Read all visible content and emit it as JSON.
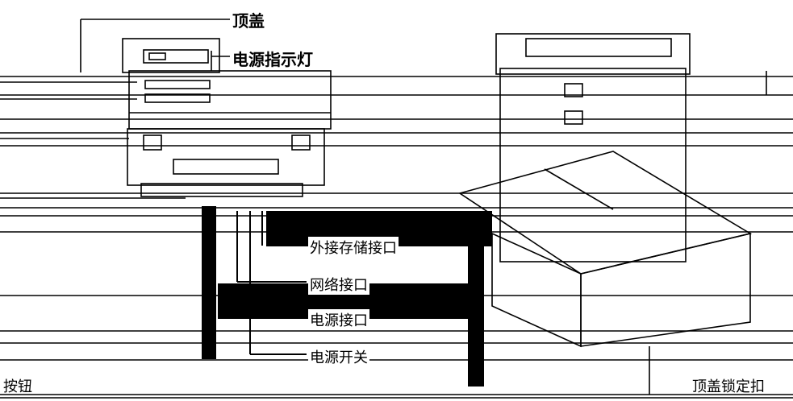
{
  "labels": {
    "top_cover": "顶盖",
    "power_indicator": "电源指示灯",
    "external_storage_port": "外接存储接口",
    "network_port": "网络接口",
    "power_port": "电源接口",
    "power_switch": "电源开关",
    "bottom_left": "按钮",
    "bottom_right": "顶盖锁定扣"
  }
}
